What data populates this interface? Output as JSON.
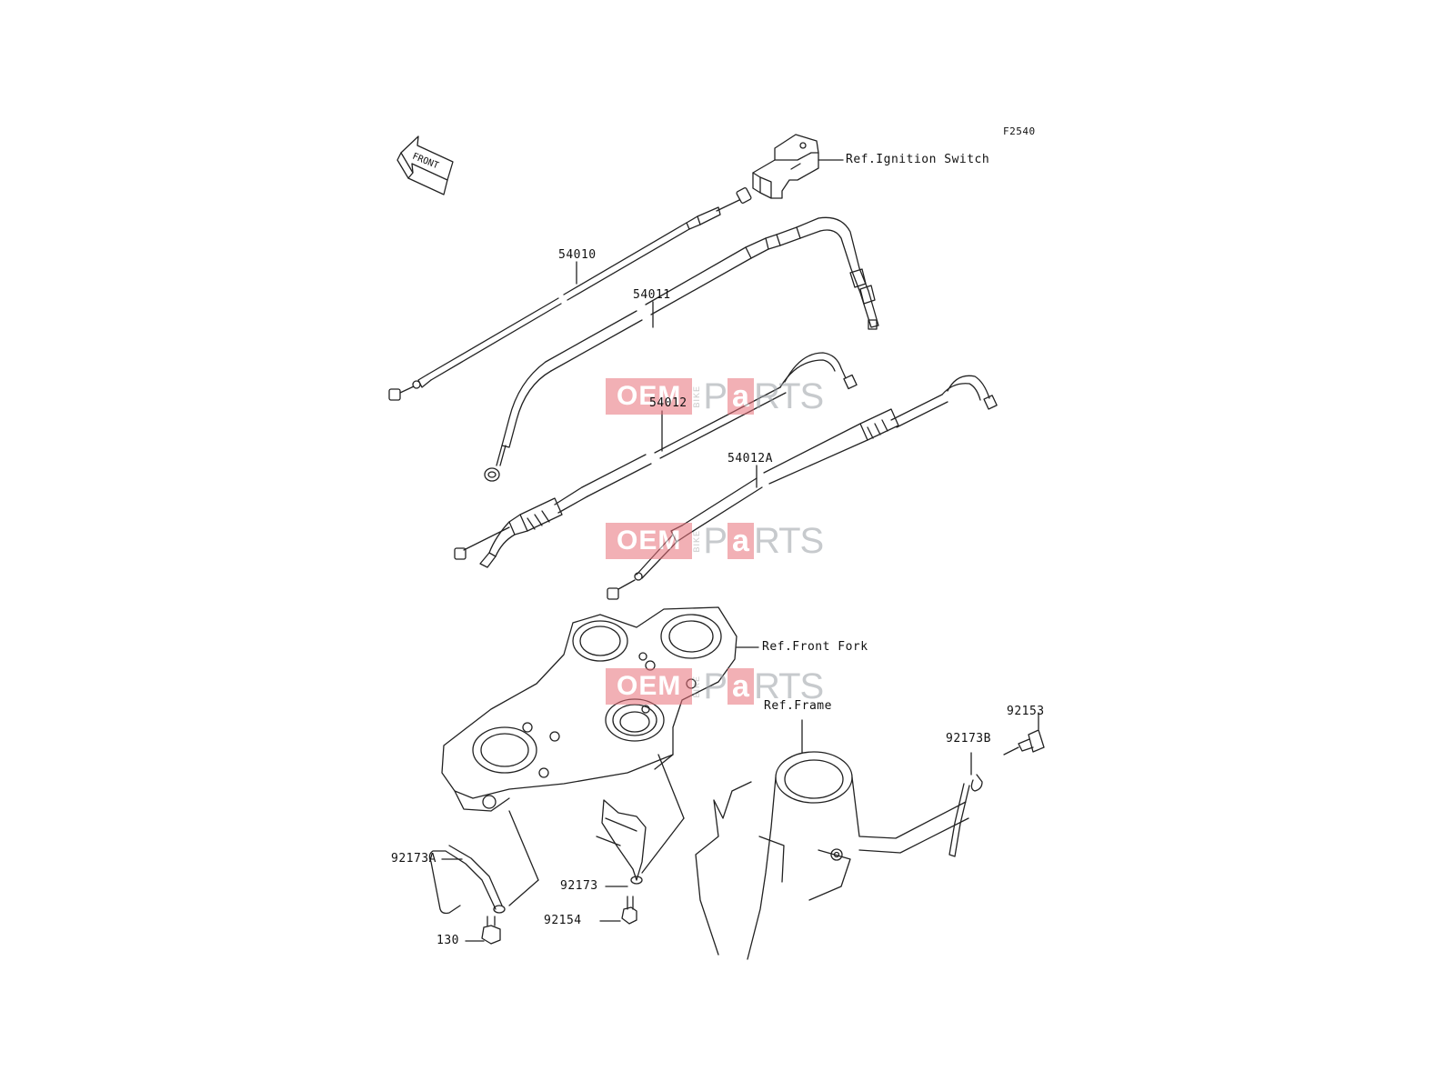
{
  "figure_code": "F2540",
  "front_arrow_label": "FRONT",
  "callouts": {
    "ref_ignition_switch": "Ref.Ignition Switch",
    "ref_front_fork": "Ref.Front Fork",
    "ref_frame": "Ref.Frame",
    "p54010": "54010",
    "p54011": "54011",
    "p54012": "54012",
    "p54012a": "54012A",
    "p92153": "92153",
    "p92173b": "92173B",
    "p92173a": "92173A",
    "p92173": "92173",
    "p92154": "92154",
    "p130": "130"
  },
  "watermark": {
    "oem": "OEM",
    "bike": "BIKE",
    "p": "P",
    "a": "a",
    "rts": "RTS"
  },
  "colors": {
    "line": "#222222",
    "watermark_red": "#e8707a",
    "watermark_grey": "#9aa0a6"
  }
}
